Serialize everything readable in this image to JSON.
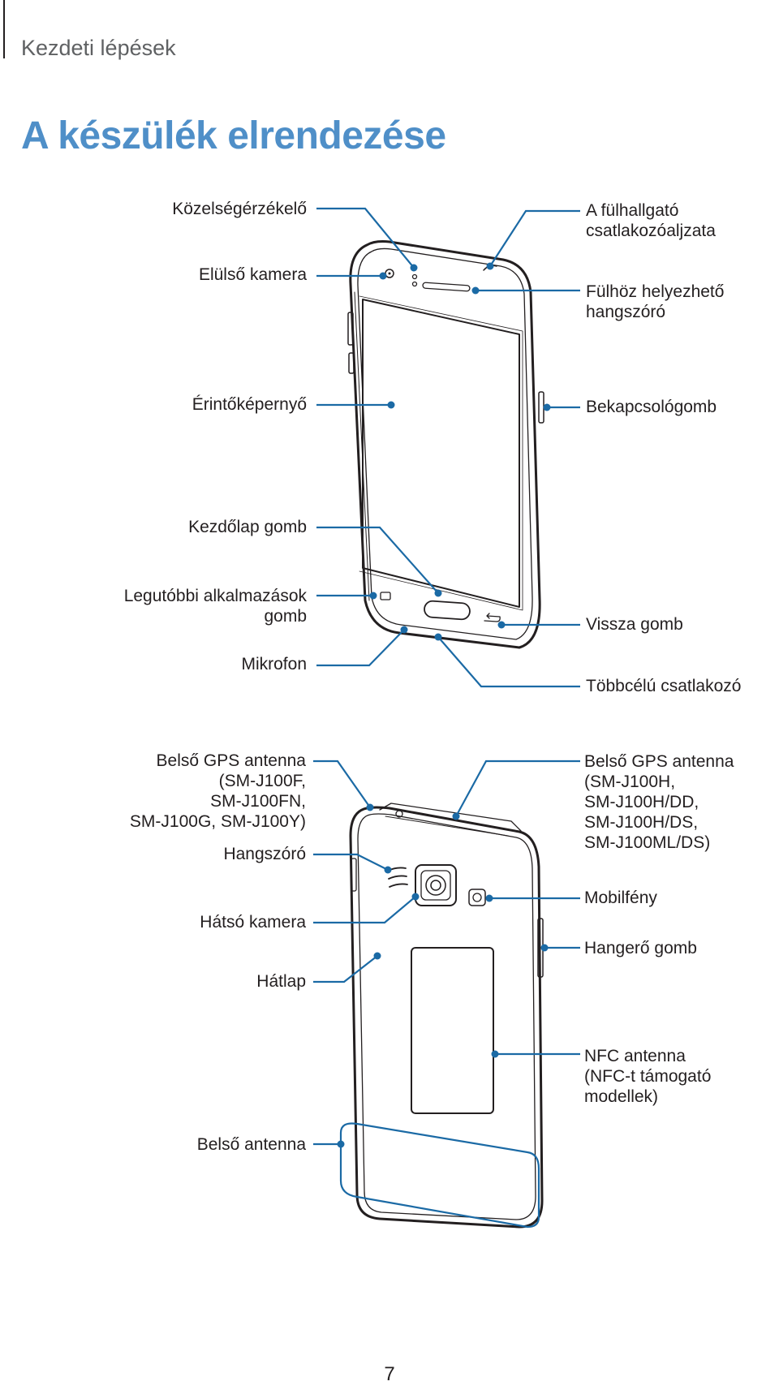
{
  "header": {
    "section": "Kezdeti lépések",
    "title": "A készülék elrendezése"
  },
  "front_labels": {
    "proximity_sensor": "Közelségérzékelő",
    "front_camera": "Elülső kamera",
    "touchscreen": "Érintőképernyő",
    "home_button": "Kezdőlap gomb",
    "recent_apps_button": "Legutóbbi alkalmazások\ngomb",
    "microphone": "Mikrofon",
    "headset_jack": "A fülhallgató\ncsatlakozóaljzata",
    "earpiece": "Fülhöz helyezhető\nhangszóró",
    "power_key": "Bekapcsológomb",
    "back_button": "Vissza gomb",
    "multipurpose_jack": "Többcélú csatlakozó"
  },
  "back_labels": {
    "gps_antenna_left": "Belső GPS antenna\n(SM-J100F,\nSM-J100FN,\nSM-J100G, SM-J100Y)",
    "speaker": "Hangszóró",
    "rear_camera": "Hátsó kamera",
    "back_cover": "Hátlap",
    "gps_antenna_right": "Belső GPS antenna\n(SM-J100H,\nSM-J100H/DD,\nSM-J100H/DS,\nSM-J100ML/DS)",
    "flash": "Mobilfény",
    "volume_key": "Hangerő gomb",
    "nfc_antenna": "NFC antenna\n(NFC-t támogató modellek)",
    "main_antenna": "Belső antenna"
  },
  "colors": {
    "title": "#4f8fc8",
    "callout": "#1b6aa5",
    "outline": "#231f20",
    "section": "#5f6163"
  },
  "page_number": "7"
}
